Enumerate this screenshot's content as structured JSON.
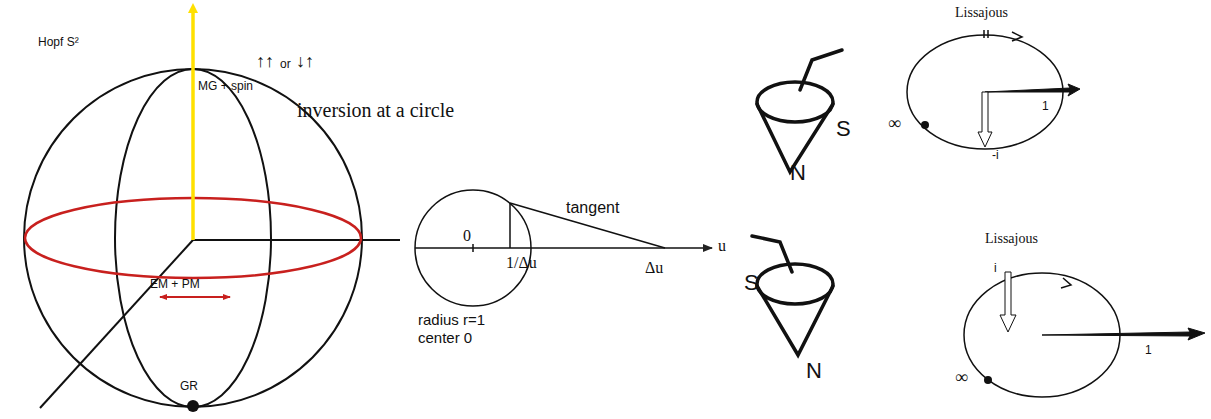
{
  "diagram": {
    "labels": [
      "Hopf S²",
      "MG + spin",
      "↑↑",
      "or",
      "↓↑",
      "EM + PM",
      "GR",
      "inversion at a circle",
      "0",
      "1/Δu",
      "tangent",
      "Δu",
      "u",
      "radius r=1",
      "center 0",
      "S",
      "N",
      "S",
      "N",
      "Lissajous",
      "1",
      "-i",
      "∞",
      "Lissajous",
      "i",
      "1",
      "∞"
    ]
  }
}
